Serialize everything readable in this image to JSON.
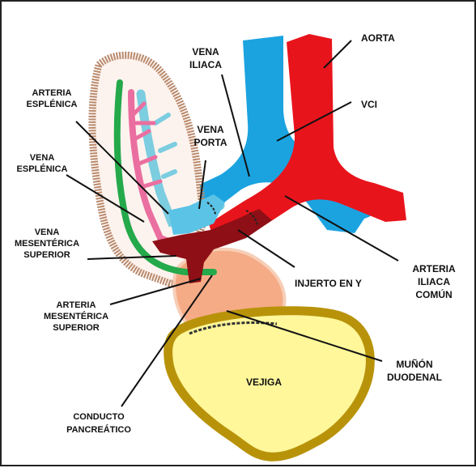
{
  "labels": {
    "aorta": "AORTA",
    "vci": "VCI",
    "vena_iliaca": [
      "VENA",
      "ILIACA"
    ],
    "vena_porta": [
      "VENA",
      "PORTA"
    ],
    "arteria_esplenica": [
      "ARTERIA",
      "ESPLÉNICA"
    ],
    "vena_esplenica": [
      "VENA",
      "ESPLÉNICA"
    ],
    "vena_mesenterica_superior": [
      "VENA",
      "MESENTÉRICA",
      "SUPERIOR"
    ],
    "arteria_mesenterica_superior": [
      "ARTERIA",
      "MESENTÉRICA",
      "SUPERIOR"
    ],
    "injerto_en_y": "INJERTO EN Y",
    "arteria_iliaca_comun": [
      "ARTERIA",
      "ILIACA",
      "COMÚN"
    ],
    "munon_duodenal": [
      "MUÑÓN",
      "DUODENAL"
    ],
    "vejiga": "VEJIGA",
    "conducto_pancreatico": [
      "CONDUCTO",
      "PANCREÁTICO"
    ]
  },
  "colors": {
    "vein": "#1ba3e0",
    "artery": "#e8141c",
    "graft": "#8e0f16",
    "pancreas_outline": "#b98a6d",
    "pancreas_fill": "#fdf3ee",
    "splenic_artery": "#ea6fa0",
    "splenic_vein": "#7ccde0",
    "sma": "#24a94b",
    "duodenum": "#f4a37a",
    "bladder_rim": "#b8930a",
    "bladder_fill": "#fff79a"
  }
}
